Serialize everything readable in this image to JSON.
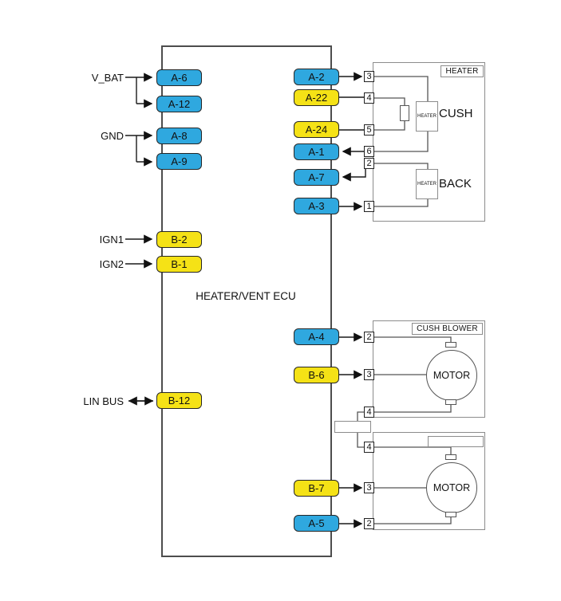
{
  "labels": {
    "v_bat": "V_BAT",
    "gnd": "GND",
    "ign1": "IGN1",
    "ign2": "IGN2",
    "lin_bus": "LIN BUS"
  },
  "ecu": {
    "title": "HEATER/VENT ECU",
    "left_pins": [
      {
        "label": "A-6",
        "color": "blue"
      },
      {
        "label": "A-12",
        "color": "blue"
      },
      {
        "label": "A-8",
        "color": "blue"
      },
      {
        "label": "A-9",
        "color": "blue"
      },
      {
        "label": "B-2",
        "color": "yellow"
      },
      {
        "label": "B-1",
        "color": "yellow"
      },
      {
        "label": "B-12",
        "color": "yellow"
      }
    ],
    "right_pins": [
      {
        "label": "A-2",
        "color": "blue"
      },
      {
        "label": "A-22",
        "color": "yellow"
      },
      {
        "label": "A-24",
        "color": "yellow"
      },
      {
        "label": "A-1",
        "color": "blue"
      },
      {
        "label": "A-7",
        "color": "blue"
      },
      {
        "label": "A-3",
        "color": "blue"
      },
      {
        "label": "A-4",
        "color": "blue"
      },
      {
        "label": "B-6",
        "color": "yellow"
      },
      {
        "label": "B-7",
        "color": "yellow"
      },
      {
        "label": "A-5",
        "color": "blue"
      }
    ]
  },
  "heater": {
    "title": "HEATER",
    "pin_numbers": [
      "3",
      "4",
      "5",
      "6",
      "2",
      "1"
    ],
    "elements": [
      {
        "box_label": "HEATER",
        "name": "CUSH"
      },
      {
        "box_label": "HEATER",
        "name": "BACK"
      }
    ]
  },
  "cush_blower": {
    "title": "CUSH BLOWER",
    "pin_numbers": [
      "2",
      "3",
      "4"
    ],
    "motor_label": "MOTOR"
  },
  "rear_blower": {
    "title": "",
    "pin_numbers": [
      "4",
      "3",
      "2"
    ],
    "motor_label": "MOTOR"
  },
  "colors": {
    "pin_blue": "#2fa8df",
    "pin_yellow": "#f5e216",
    "wire": "#1a1a1a",
    "component_wire": "#555555"
  }
}
